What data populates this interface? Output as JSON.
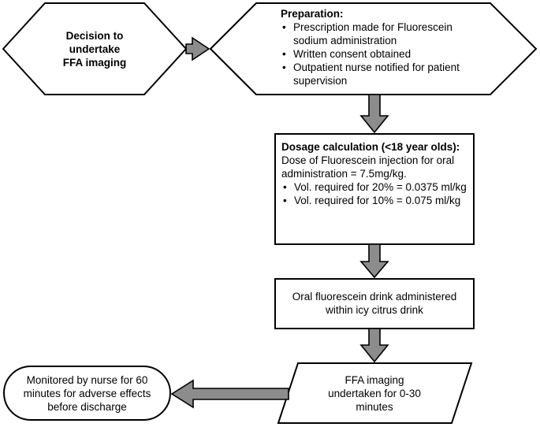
{
  "decision": {
    "line1": "Decision to",
    "line2": "undertake",
    "line3": "FFA imaging"
  },
  "preparation": {
    "heading": "Preparation:",
    "items": [
      "Prescription made for Fluorescein sodium administration",
      "Written consent obtained",
      "Outpatient nurse notified for patient supervision"
    ]
  },
  "dosage": {
    "heading": "Dosage calculation (<18 year olds):",
    "intro": "Dose of Fluorescein injection for oral administration = 7.5mg/kg.",
    "items": [
      "Vol. required for 20% = 0.0375 ml/kg",
      "Vol. required for 10% = 0.075 ml/kg"
    ]
  },
  "oral": {
    "line1": "Oral fluorescein drink administered",
    "line2": "within icy citrus drink"
  },
  "imaging": {
    "line1": "FFA imaging",
    "line2": "undertaken for 0-30",
    "line3": "minutes"
  },
  "monitor": {
    "line1": "Monitored by nurse for 60",
    "line2": "minutes for adverse effects",
    "line3": "before discharge"
  },
  "colors": {
    "arrow_fill": "#8c8c8c",
    "outline": "#000000"
  }
}
